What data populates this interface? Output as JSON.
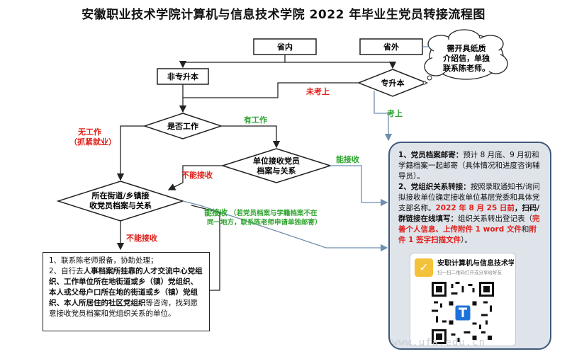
{
  "title": "安徽职业技术学院计算机与信息技术学院 2022 年毕业生党员转接流程图",
  "nodes": {
    "in_province": "省内",
    "out_province": "省外",
    "non_upgrade": "非专升本",
    "upgrade": "专升本",
    "is_employed": "是否工作",
    "unit_accept_line1": "单位接收党员",
    "unit_accept_line2": "档案与关系",
    "street_line1": "所在街道/乡镇接",
    "street_line2": "收党员档案与关系"
  },
  "cloud_note": [
    "需开具纸质",
    "介绍信，单独",
    "联系陈老师。"
  ],
  "edge_labels": {
    "not_admitted": "未考上",
    "admitted": "考上",
    "has_job": "有工作",
    "no_job_line1": "无工作",
    "no_job_line2": "（抓紧就业）",
    "cannot_accept_1": "不能接收",
    "can_accept_1": "能接收",
    "can_accept_2": "能接收",
    "can_accept_2_note_line1": "（若党员档案与学籍档案不在",
    "can_accept_2_note_line2": "同一地方，联系陈老师申请单独邮寄）",
    "cannot_accept_2": "不能接收"
  },
  "bottom_box": {
    "line1": "1、联系陈老师报备，协助处理；",
    "line2_a": "2、自行去",
    "line2_b": "人事档案所挂靠的人才交流中心党组织、工作单位所在地街道或乡（镇）党组织、本人或父母户口所在地的街道或乡（镇）党组织、本人所居住的社区党组织",
    "line2_c": "等咨询，找到愿意接收党员档案和党组织关系的单位。"
  },
  "info_panel": {
    "p1_head": "1、党员档案邮寄：",
    "p1_body": "预计 8 月底、9 月初和学籍档案一起邮寄（具体情况和进度咨询辅导员）。",
    "p2_head": "2、党组织关系转接：",
    "p2_body": "按照录取通知书/询问拟接收单位确定接收单位基层党委和具体党支部名称。",
    "p2_date": "2022 年 8 月 25 日前",
    "p2_scan": "，扫码/群链接在线填写：",
    "p2_form": "组织关系转出登记表（",
    "p2_req1": "完善个人信息、上传附件 1 word 文件",
    "p2_and": "和",
    "p2_req2": "附件 1 签字扫描文件",
    "p2_end": "）。"
  },
  "qr_card": {
    "title": "安职计算机与信息技术学...",
    "subtitle": "扫一扫二维码打开或分享给好友"
  },
  "watermark": "www.ufa.edu.cn",
  "colors": {
    "red_label": "#e0201b",
    "green_label": "#2fa52f",
    "panel_bg": "#dfe3ea",
    "panel_border": "#3e5a7a",
    "arrow_blue": "#6f8fb0"
  }
}
